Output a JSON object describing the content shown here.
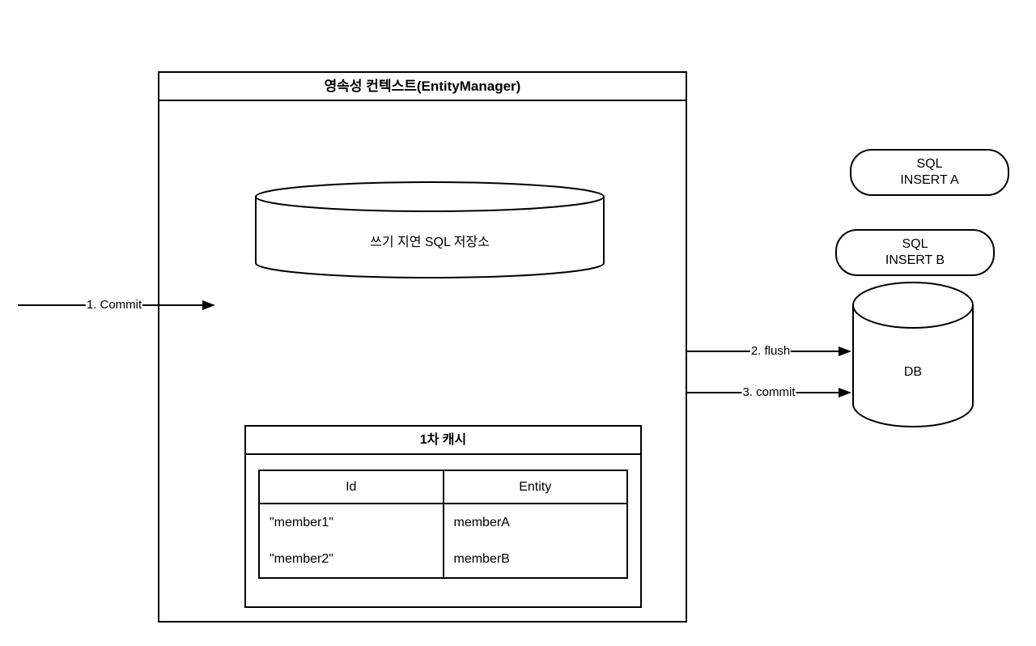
{
  "persistence_context": {
    "title": "영속성 컨텍스트(EntityManager)",
    "write_behind_store": {
      "label": "쓰기 지연 SQL 저장소"
    },
    "first_level_cache": {
      "title": "1차 캐시",
      "columns": [
        "Id",
        "Entity"
      ],
      "rows": [
        {
          "id": "\"member1\"",
          "entity": "memberA"
        },
        {
          "id": "\"member2\"",
          "entity": "memberB"
        }
      ]
    }
  },
  "flow": {
    "commit_label": "1. Commit",
    "flush_label": "2. flush",
    "db_commit_label": "3. commit"
  },
  "sql_queue": {
    "insert_a": {
      "line1": "SQL",
      "line2": "INSERT A"
    },
    "insert_b": {
      "line1": "SQL",
      "line2": "INSERT B"
    }
  },
  "database": {
    "label": "DB"
  },
  "colors": {
    "stroke": "#000000",
    "background": "#ffffff"
  }
}
